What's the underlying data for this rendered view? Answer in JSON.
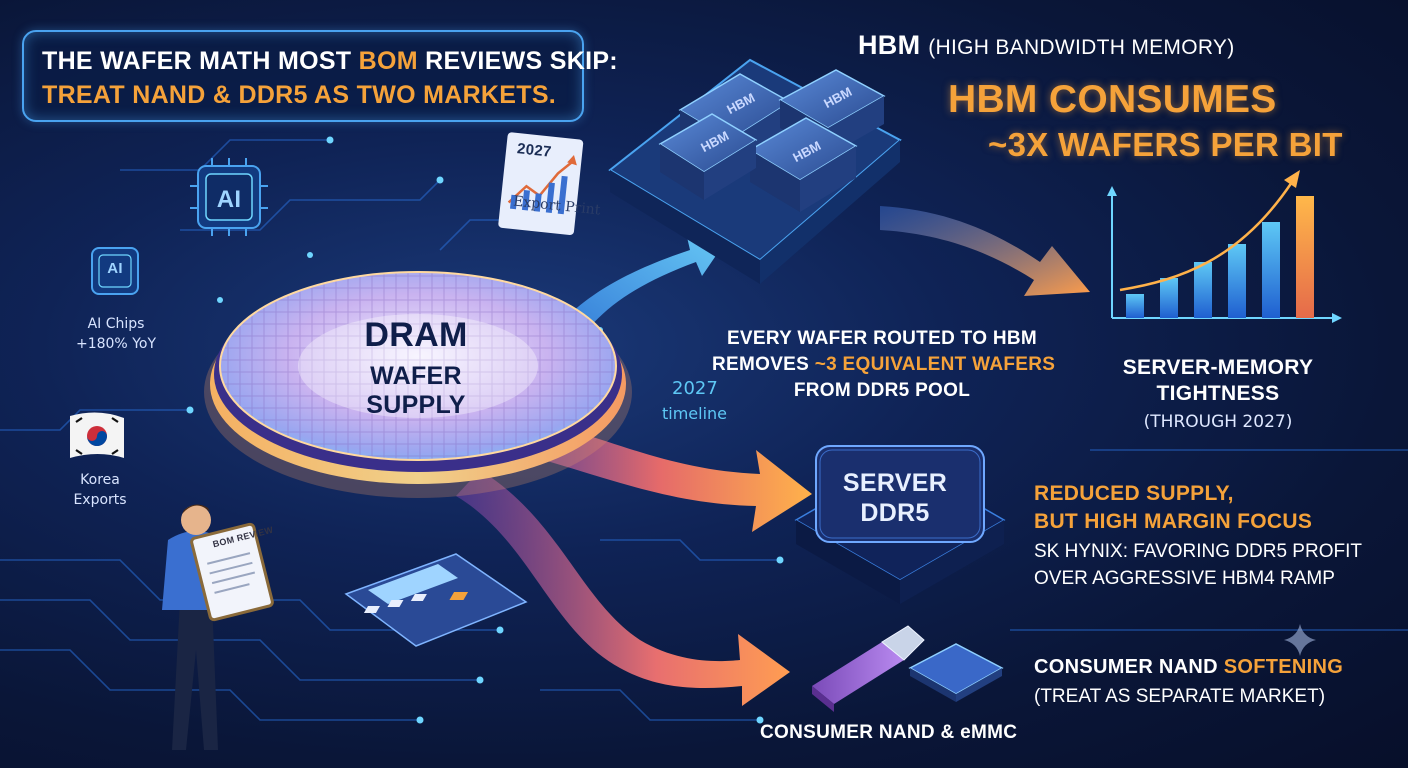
{
  "headline": {
    "line1_pre": "THE WAFER MATH MOST ",
    "line1_em": "BOM",
    "line1_post": " REVIEWS SKIP:",
    "line2": "TREAT NAND & DDR5 AS TWO MARKETS."
  },
  "hbm": {
    "title": "HBM",
    "subtitle": "(HIGH BANDWIDTH MEMORY)",
    "consumes": "HBM CONSUMES",
    "wafers": "~3X WAFERS PER BIT",
    "chip_label": "HBM"
  },
  "wafer": {
    "line1": "DRAM",
    "line2": "WAFER SUPPLY"
  },
  "routing": {
    "line1": "EVERY WAFER ROUTED TO HBM",
    "line2_pre": "REMOVES ",
    "line2_em": "~3 EQUIVALENT WAFERS",
    "line3": "FROM DDR5 POOL"
  },
  "server_memory": {
    "line1": "SERVER-MEMORY",
    "line2": "TIGHTNESS",
    "through": "(THROUGH 2027)"
  },
  "server_ddr5": {
    "label1": "SERVER",
    "label2": "DDR5",
    "reduced1": "REDUCED SUPPLY,",
    "reduced2": "BUT HIGH MARGIN FOCUS",
    "sk1": "SK HYNIX: FAVORING DDR5 PROFIT",
    "sk2": "OVER AGGRESSIVE HBM4 RAMP"
  },
  "consumer": {
    "label": "CONSUMER NAND & eMMC",
    "nand_pre": "CONSUMER NAND ",
    "nand_em": "SOFTENING",
    "separate": "(TREAT AS SEPARATE MARKET)"
  },
  "timeline": {
    "year": "2027",
    "label": "timeline"
  },
  "side": {
    "ai_icon": "AI",
    "ai_chips_line1": "AI Chips",
    "ai_chips_line2": "+180% YoY",
    "korea_line1": "Korea",
    "korea_line2": "Exports",
    "export_year": "2027",
    "export_print": "Export Print",
    "clipboard": "BOM REVIEW"
  },
  "colors": {
    "accent": "#f5a23a",
    "cyan": "#5ec8f5",
    "navy": "#0a1638"
  }
}
